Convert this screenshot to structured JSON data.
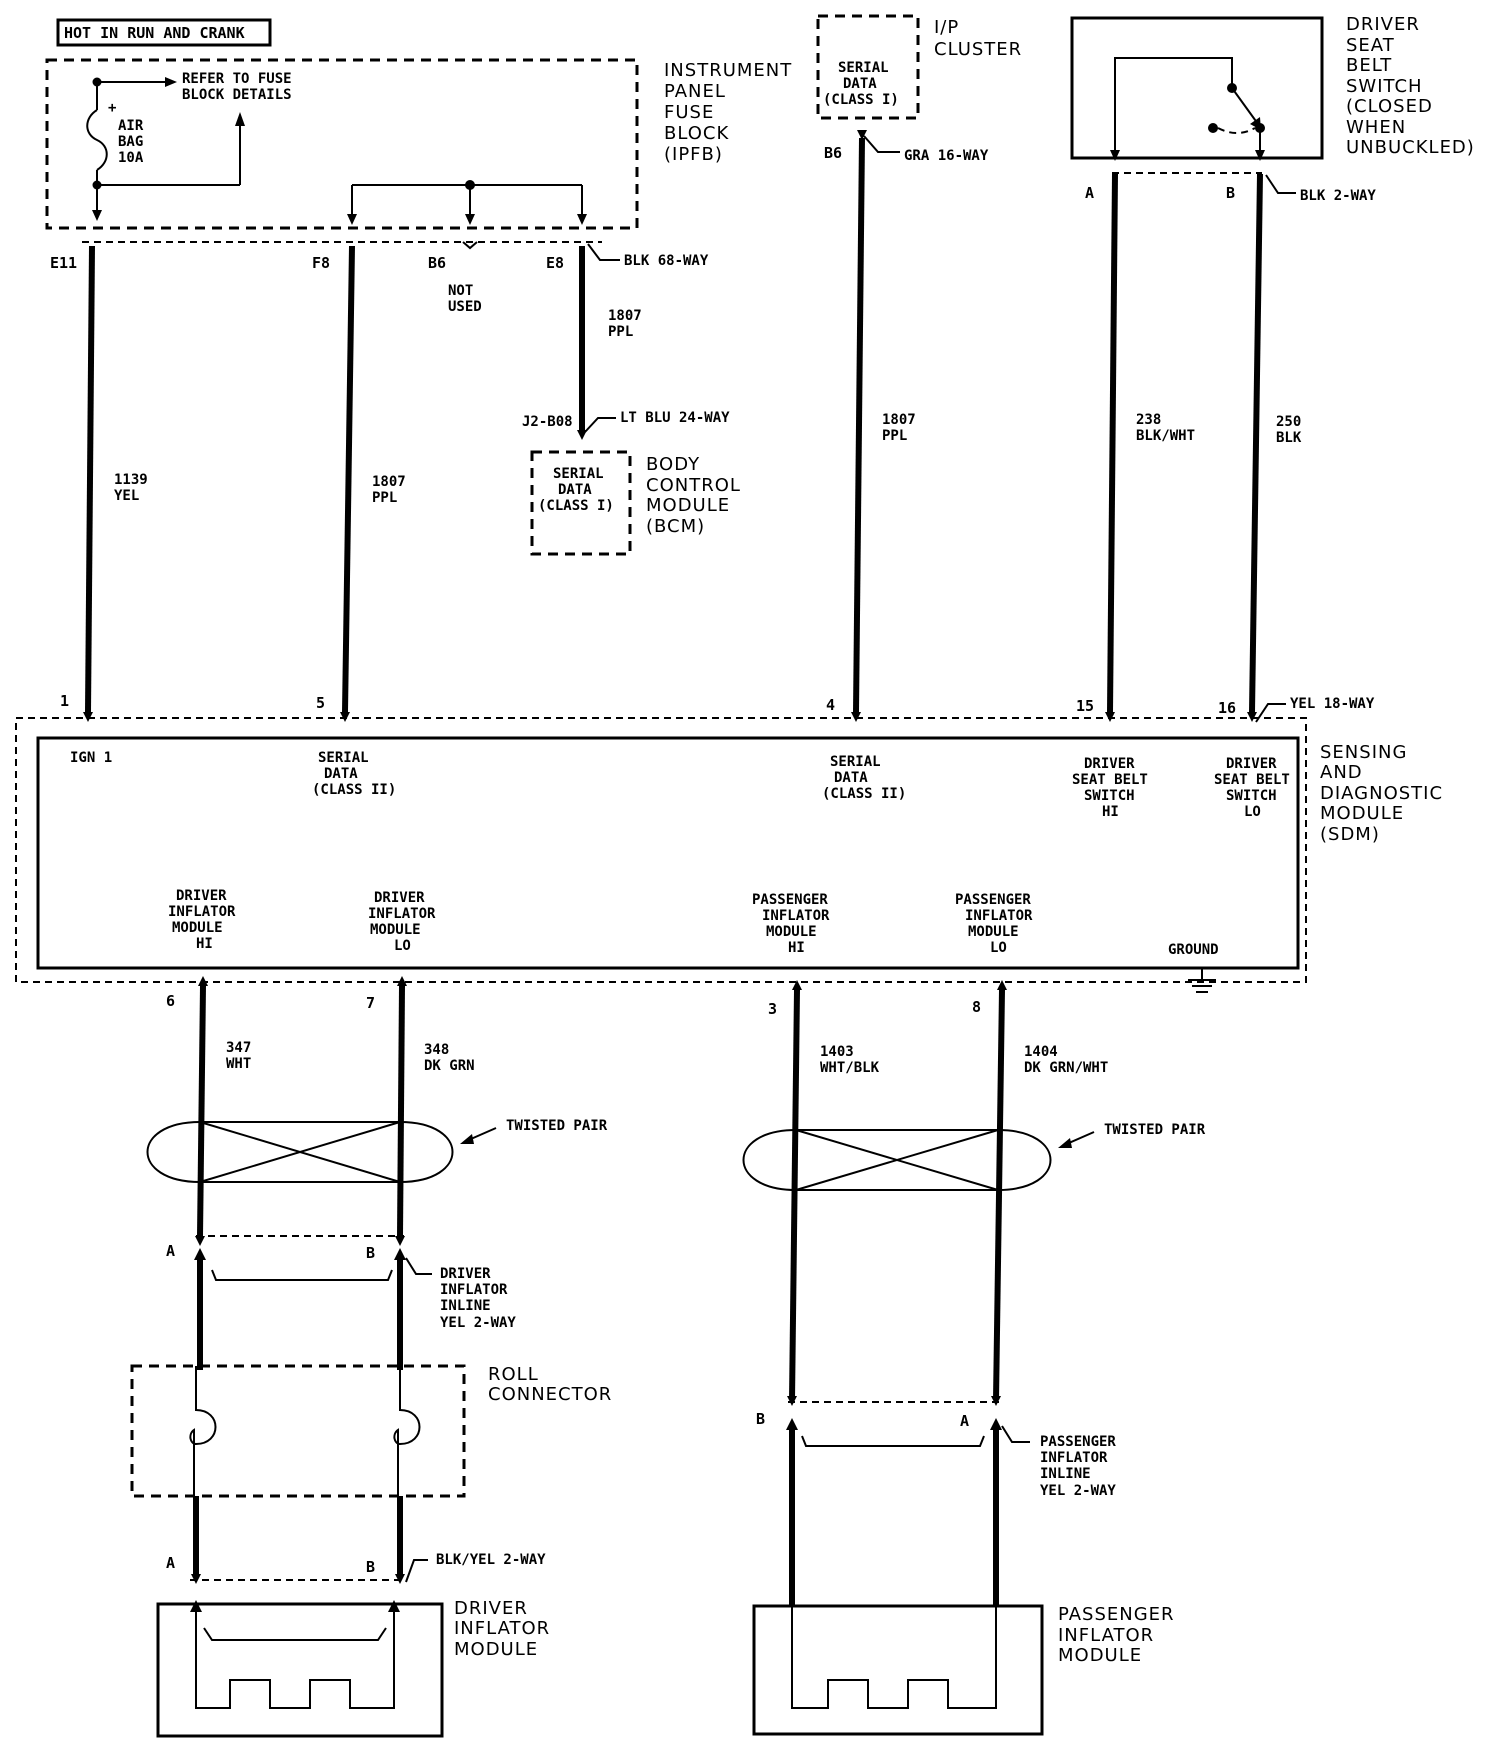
{
  "hot_label": "HOT IN RUN AND CRANK",
  "ipfb": {
    "refer": [
      "REFER TO FUSE",
      "BLOCK DETAILS"
    ],
    "fuse": [
      "AIR",
      "BAG",
      "10A"
    ],
    "fuse_plus": "+",
    "title": [
      "INSTRUMENT",
      "PANEL",
      "FUSE",
      "BLOCK",
      "(IPFB)"
    ],
    "pins": [
      "E11",
      "F8",
      "B6",
      "E8"
    ],
    "not_used": [
      "NOT",
      "USED"
    ],
    "connector": "BLK 68-WAY"
  },
  "ip_cluster": {
    "title": [
      "I/P",
      "CLUSTER"
    ],
    "box": [
      "SERIAL",
      "DATA",
      "(CLASS I)"
    ],
    "pin": "B6",
    "connector": "GRA 16-WAY"
  },
  "seat_belt_switch": {
    "title": [
      "DRIVER",
      "SEAT",
      "BELT",
      "SWITCH",
      "(CLOSED",
      "WHEN",
      "UNBUCKLED)"
    ],
    "pins": [
      "A",
      "B"
    ],
    "connector": "BLK 2-WAY"
  },
  "bcm": {
    "pin": "J2-B08",
    "connector": "LT BLU 24-WAY",
    "box": [
      "SERIAL",
      "DATA",
      "(CLASS I)"
    ],
    "title": [
      "BODY",
      "CONTROL",
      "MODULE",
      "(BCM)"
    ]
  },
  "wires": {
    "w1139": [
      "1139",
      "YEL"
    ],
    "w1807a": [
      "1807",
      "PPL"
    ],
    "w1807b": [
      "1807",
      "PPL"
    ],
    "w1807c": [
      "1807",
      "PPL"
    ],
    "w238": [
      "238",
      "BLK/WHT"
    ],
    "w250": [
      "250",
      "BLK"
    ],
    "w347": [
      "347",
      "WHT"
    ],
    "w348": [
      "348",
      "DK GRN"
    ],
    "w1403": [
      "1403",
      "WHT/BLK"
    ],
    "w1404": [
      "1404",
      "DK GRN/WHT"
    ]
  },
  "sdm": {
    "title": [
      "SENSING",
      "AND",
      "DIAGNOSTIC",
      "MODULE",
      "(SDM)"
    ],
    "top_pins": [
      "1",
      "5",
      "4",
      "15",
      "16"
    ],
    "connector": "YEL 18-WAY",
    "ign": "IGN 1",
    "serial1": [
      "SERIAL",
      "DATA",
      "(CLASS II)"
    ],
    "serial2": [
      "SERIAL",
      "DATA",
      "(CLASS II)"
    ],
    "seat_hi": [
      "DRIVER",
      "SEAT BELT",
      "SWITCH",
      "HI"
    ],
    "seat_lo": [
      "DRIVER",
      "SEAT BELT",
      "SWITCH",
      "LO"
    ],
    "drv_hi": [
      "DRIVER",
      "INFLATOR",
      "MODULE",
      "HI"
    ],
    "drv_lo": [
      "DRIVER",
      "INFLATOR",
      "MODULE",
      "LO"
    ],
    "pas_hi": [
      "PASSENGER",
      "INFLATOR",
      "MODULE",
      "HI"
    ],
    "pas_lo": [
      "PASSENGER",
      "INFLATOR",
      "MODULE",
      "LO"
    ],
    "ground": "GROUND",
    "bottom_pins": [
      "6",
      "7",
      "3",
      "8"
    ]
  },
  "twisted_pair": "TWISTED PAIR",
  "driver_inline": {
    "pins": [
      "A",
      "B"
    ],
    "label": [
      "DRIVER",
      "INFLATOR",
      "INLINE",
      "YEL 2-WAY"
    ]
  },
  "roll_connector": [
    "ROLL",
    "CONNECTOR"
  ],
  "driver_module_conn": {
    "pins": [
      "A",
      "B"
    ],
    "connector": "BLK/YEL 2-WAY"
  },
  "driver_module": [
    "DRIVER",
    "INFLATOR",
    "MODULE"
  ],
  "passenger_inline": {
    "pins": [
      "B",
      "A"
    ],
    "label": [
      "PASSENGER",
      "INFLATOR",
      "INLINE",
      "YEL 2-WAY"
    ]
  },
  "passenger_module": [
    "PASSENGER",
    "INFLATOR",
    "MODULE"
  ]
}
